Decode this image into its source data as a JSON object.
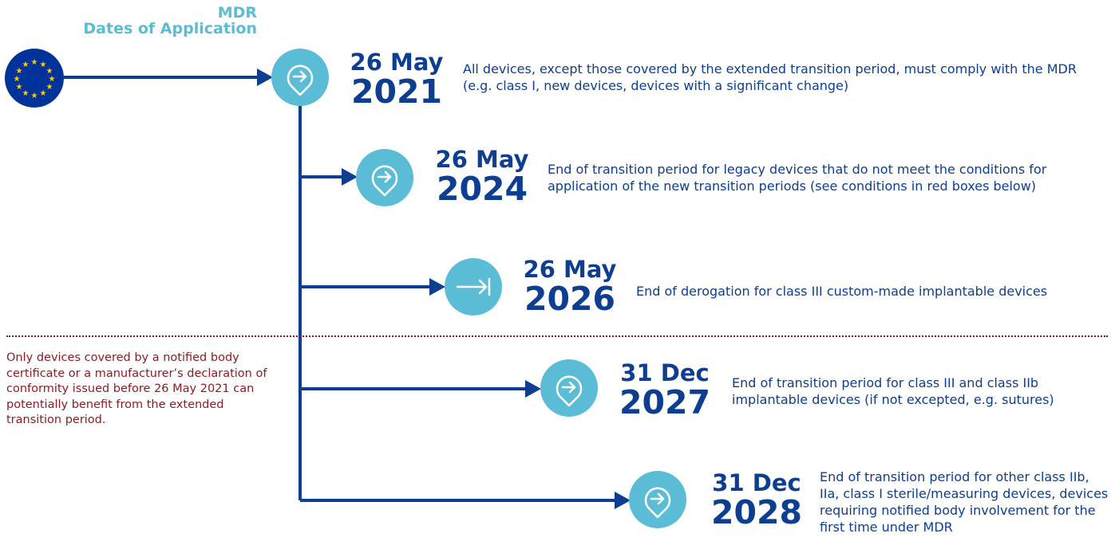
{
  "header": {
    "line1": "MDR",
    "line2": "Dates of Application"
  },
  "emblem": {
    "name": "eu-flag-icon",
    "stars": 12
  },
  "milestones": [
    {
      "day_month": "26 May",
      "year": "2021",
      "icon": "arrow-right-pin-icon",
      "description": "All devices, except those covered by the extended transition period, must comply with the MDR (e.g. class I, new devices, devices with a significant change)"
    },
    {
      "day_month": "26 May",
      "year": "2024",
      "icon": "arrow-right-pin-icon",
      "description": "End of transition period for legacy devices that do not meet the conditions for application of the new transition periods (see conditions in red boxes below)"
    },
    {
      "day_month": "26 May",
      "year": "2026",
      "icon": "arrow-to-bar-icon",
      "description": "End of derogation for class III custom-made implantable devices"
    },
    {
      "day_month": "31 Dec",
      "year": "2027",
      "icon": "arrow-right-pin-icon",
      "description": "End of transition period for class III and class IIb implantable devices (if not excepted, e.g. sutures)"
    },
    {
      "day_month": "31 Dec",
      "year": "2028",
      "icon": "arrow-right-pin-icon",
      "description": "End of transition period for other class IIb, IIa, class I sterile/measuring devices, devices requiring notified body involvement for the first time under MDR"
    }
  ],
  "note": "Only devices covered by a notified body certificate or a manufacturer’s declaration of conformity issued before 26 May 2021 can potentially benefit from the extended transition period.",
  "colors": {
    "accent": "#5bbcd6",
    "primary": "#0d3e92",
    "note": "#8e1a1f",
    "eu_blue": "#003399",
    "eu_star": "#ffcc00"
  }
}
